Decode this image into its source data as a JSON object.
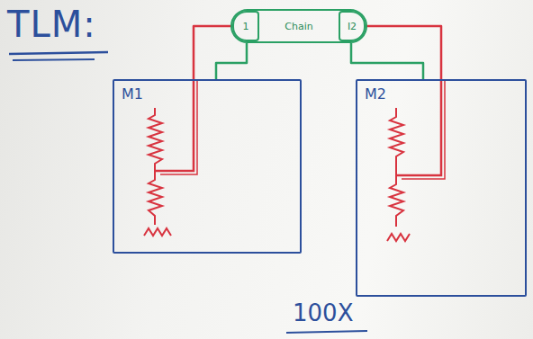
{
  "diagram": {
    "title": "TLM:",
    "nodes": [
      {
        "text": [
          "Chain"
        ]
      },
      {
        "text": [
          "1"
        ],
        "in": 0
      },
      {
        "text": [
          "I2"
        ],
        "in": 0
      },
      {
        "text": [
          "M1"
        ]
      },
      {
        "text": [
          "M2"
        ]
      }
    ],
    "edges": [
      {
        "from": 3,
        "to": 1,
        "arrow": "none"
      },
      {
        "from": 4,
        "to": 2,
        "arrow": "none"
      },
      {
        "from": 0,
        "to": 3,
        "arrow": "none"
      },
      {
        "from": 0,
        "to": 4,
        "arrow": "none"
      }
    ],
    "labels": [
      "100X"
    ]
  }
}
